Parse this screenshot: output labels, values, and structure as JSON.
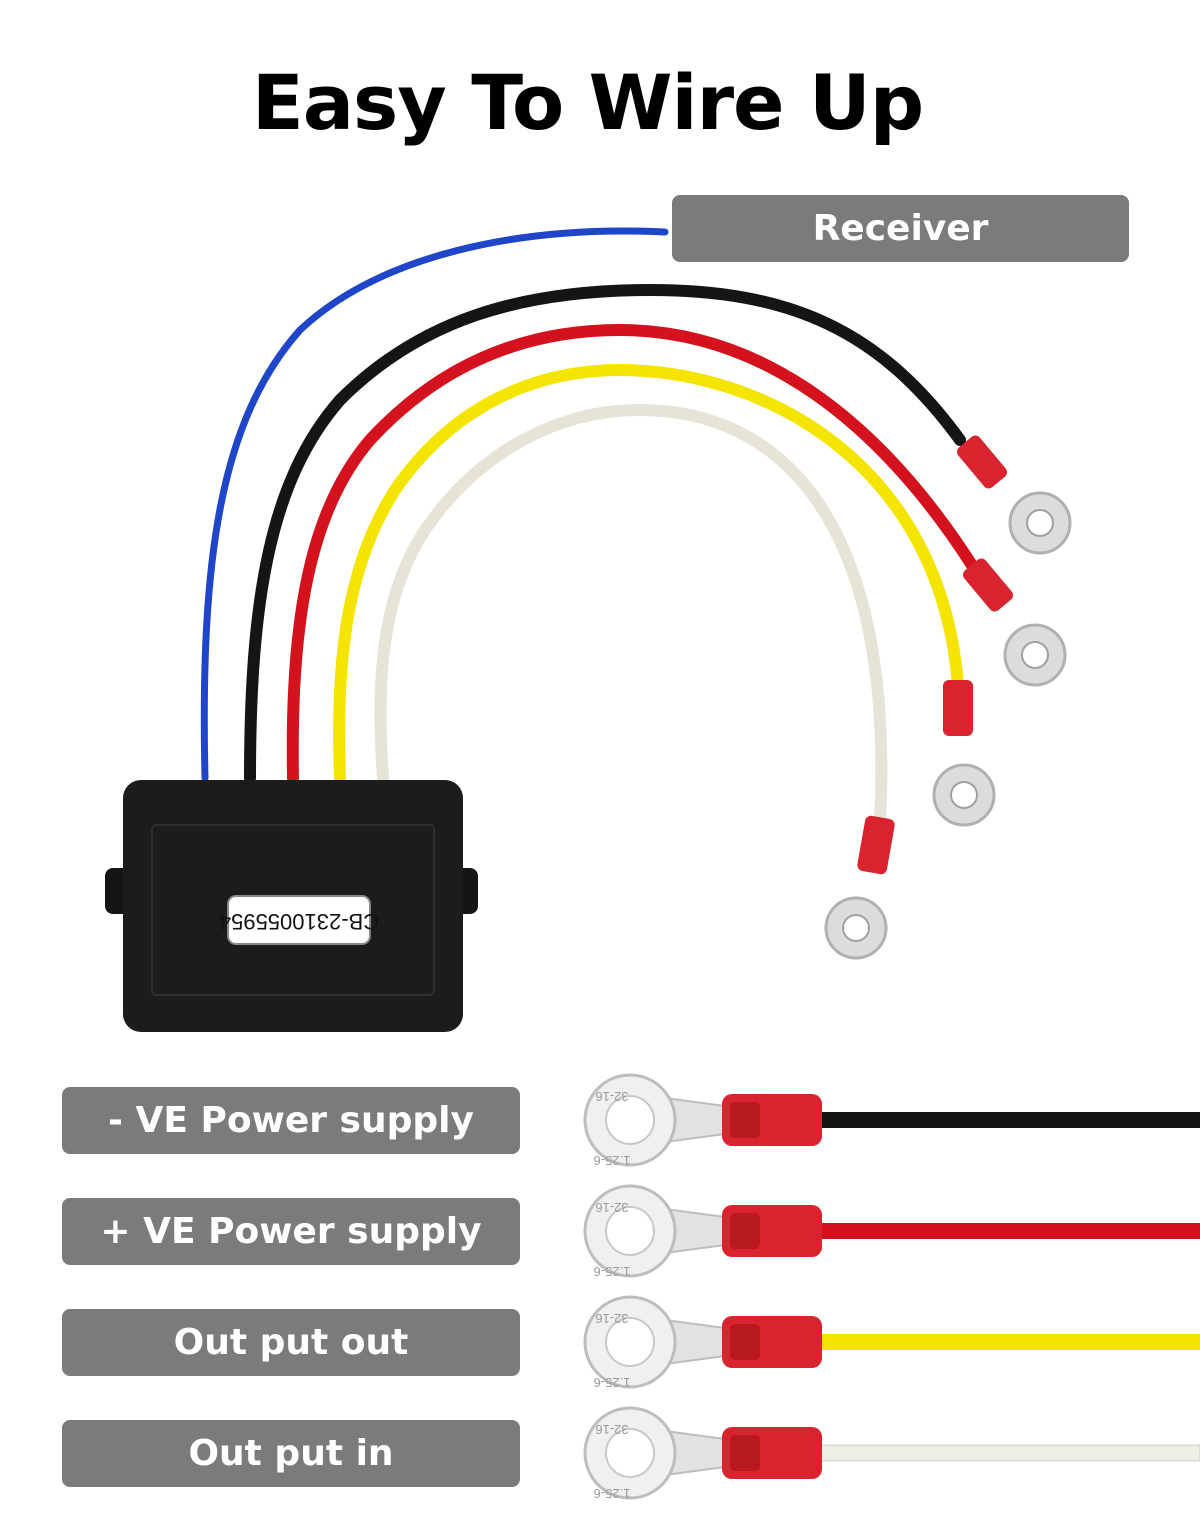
{
  "title": "Easy To Wire Up",
  "receiver_label": "Receiver",
  "module_label": "CB-2310055954",
  "terminal_stamp_top": "32-16",
  "terminal_stamp_bottom": "1.25-6",
  "wires": [
    {
      "label": "- VE Power supply",
      "color": "#151515"
    },
    {
      "label": "+ VE Power supply",
      "color": "#d3121e"
    },
    {
      "label": "Out put out",
      "color": "#f5e400"
    },
    {
      "label": "Out put in",
      "color": "#efeee4"
    }
  ],
  "colors": {
    "antenna": "#1f45c8",
    "terminal_sleeve": "#d9232e",
    "module_body": "#1c1c1c",
    "label_bg": "#7b7b7b"
  }
}
